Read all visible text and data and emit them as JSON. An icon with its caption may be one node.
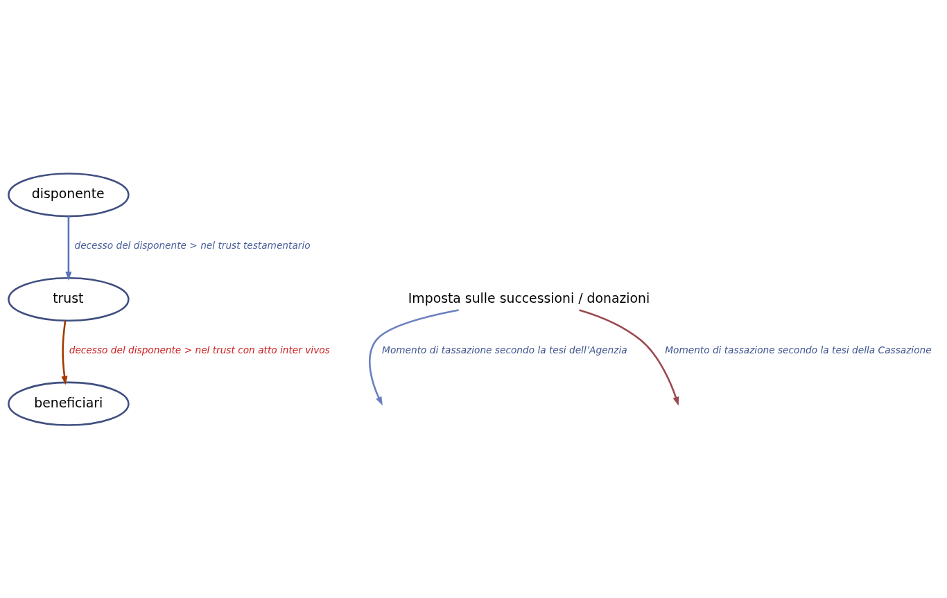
{
  "diagram": {
    "nodes": [
      {
        "text": [
          "disponente"
        ]
      },
      {
        "text": [
          "trust"
        ]
      },
      {
        "text": [
          "beneficiari"
        ]
      },
      {
        "text": [
          "Imposta sulle successioni / donazioni"
        ]
      }
    ],
    "edges": [
      {
        "from": 0,
        "to": 1,
        "arrow": "to",
        "label": "decesso del disponente > nel trust testamentario",
        "color": "#5b74b8"
      },
      {
        "from": 1,
        "to": 2,
        "arrow": "to",
        "label": "decesso del disponente > nel trust con atto inter vivos",
        "color": "#a33a00"
      },
      {
        "from": 3,
        "to": null,
        "arrow": "to",
        "label": "Momento di tassazione secondo la tesi dell’Agenzia",
        "color": "#6a80c0"
      },
      {
        "from": 3,
        "to": null,
        "arrow": "to",
        "label": "Momento di tassazione secondo la tesi della Cassazione",
        "color": "#9b4a52"
      }
    ]
  }
}
